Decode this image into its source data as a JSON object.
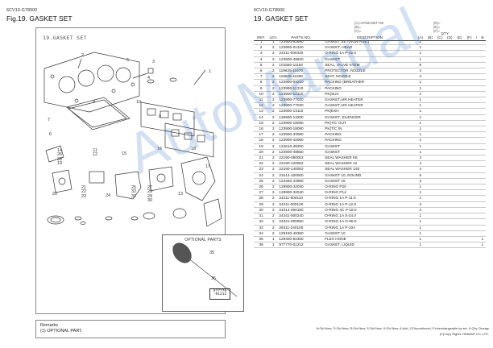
{
  "left_header": {
    "code": "6CV10-G78900",
    "title": "Fig.19.  GASKET SET"
  },
  "right_header": {
    "code": "6CV10-G78900",
    "title": "19.  GASKET SET"
  },
  "diagram": {
    "panel_title": "19.GASKET SET",
    "callouts": [
      {
        "id": "c2",
        "text": "2"
      },
      {
        "id": "c1",
        "text": "1"
      },
      {
        "id": "c5",
        "text": "5"
      },
      {
        "id": "c3",
        "text": "3"
      },
      {
        "id": "c4",
        "text": "4"
      },
      {
        "id": "c9",
        "text": "9"
      },
      {
        "id": "c7",
        "text": "7"
      },
      {
        "id": "c6",
        "text": "6"
      },
      {
        "id": "c10",
        "text": "10"
      },
      {
        "id": "c8",
        "text": "8"
      },
      {
        "id": "c14",
        "text": "14\n26\n33\n19"
      },
      {
        "id": "c11",
        "text": "11\n12"
      },
      {
        "id": "c15",
        "text": "15"
      },
      {
        "id": "c16",
        "text": "16"
      },
      {
        "id": "c18",
        "text": "18"
      },
      {
        "id": "c17",
        "text": "17"
      },
      {
        "id": "c20",
        "text": "20"
      },
      {
        "id": "c21",
        "text": "21\n22\n23"
      },
      {
        "id": "c24",
        "text": "24"
      },
      {
        "id": "c25",
        "text": "25\n32\n31"
      },
      {
        "id": "c27",
        "text": "27\n28\n29\n30"
      },
      {
        "id": "c13",
        "text": "13"
      },
      {
        "id": "c35",
        "text": "35"
      },
      {
        "id": "c36",
        "text": "36"
      }
    ],
    "optional_box_title": "OPTIONAL PARTS",
    "label_text_1": "977770",
    "label_text_2": "-01212"
  },
  "remarks": {
    "title": "Remarks",
    "line1": "(1) OPTIONAL PART."
  },
  "code_legend": {
    "a": "(A)=4TNE106T-GE",
    "b": "(B)=",
    "c": "(C)=",
    "d": "(D)=",
    "e": "(E)=",
    "f": "(F)="
  },
  "table": {
    "headers": {
      "ref": "REF.",
      "lev": "LEV.",
      "pn": "PARTS NO.",
      "desc": "DESCRIPTION",
      "qty": "QTY",
      "i": "I",
      "b": "B"
    },
    "qty_cols": [
      "(A)",
      "(B)",
      "(C)",
      "(D)",
      "(E)",
      "(F)"
    ],
    "rows": [
      {
        "ref": "1",
        "lev": "1",
        "pn": "723900-92690",
        "desc": "GASKET SET(NON-ASB.)",
        "a": "1",
        "b": ""
      },
      {
        "ref": "2",
        "lev": "2",
        "pn": "123900-01340",
        "desc": "GASKET, HEAD",
        "a": "1",
        "b": ""
      },
      {
        "ref": "3",
        "lev": "2",
        "pn": "24311-000320",
        "desc": "O-RING 1A P-32.0",
        "a": "1",
        "b": ""
      },
      {
        "ref": "4",
        "lev": "2",
        "pn": "123900-49820",
        "desc": "GASKET",
        "a": "1",
        "b": ""
      },
      {
        "ref": "5",
        "lev": "2",
        "pn": "101650-11150",
        "desc": "SEAL, VALVE STEM",
        "a": "8",
        "b": ""
      },
      {
        "ref": "6",
        "lev": "2",
        "pn": "119625-11670",
        "desc": "PROTECTOR, NOZZLE",
        "a": "4",
        "b": ""
      },
      {
        "ref": "7",
        "lev": "2",
        "pn": "119625-11690",
        "desc": "SEAT, NOZZLE",
        "a": "4",
        "b": ""
      },
      {
        "ref": "8",
        "lev": "2",
        "pn": "123900-03210",
        "desc": "PACKING (BREATHER",
        "a": "1",
        "b": ""
      },
      {
        "ref": "9",
        "lev": "2",
        "pn": "123900-11310",
        "desc": "PACKING",
        "a": "1",
        "b": ""
      },
      {
        "ref": "10",
        "lev": "2",
        "pn": "123900-12110",
        "desc": "PK(SUC",
        "a": "1",
        "b": ""
      },
      {
        "ref": "11",
        "lev": "2",
        "pn": "123900-77020",
        "desc": "GASKET,AIR HEATER",
        "a": "1",
        "b": ""
      },
      {
        "ref": "12",
        "lev": "2",
        "pn": "123900-77030",
        "desc": "GASKET,AIR HEATER",
        "a": "1",
        "b": ""
      },
      {
        "ref": "13",
        "lev": "2",
        "pn": "123900-13110",
        "desc": "PK(EXH",
        "a": "1",
        "b": ""
      },
      {
        "ref": "14",
        "lev": "2",
        "pn": "129900-13200",
        "desc": "GASKET, SILENCER",
        "a": "1",
        "b": ""
      },
      {
        "ref": "15",
        "lev": "2",
        "pn": "123900-18080",
        "desc": "PK(T/C OUT",
        "a": "1",
        "b": ""
      },
      {
        "ref": "16",
        "lev": "2",
        "pn": "123900-18090",
        "desc": "PK(T/C IN",
        "a": "1",
        "b": ""
      },
      {
        "ref": "17",
        "lev": "2",
        "pn": "123900-33080",
        "desc": "PACKING",
        "a": "1",
        "b": ""
      },
      {
        "ref": "18",
        "lev": "2",
        "pn": "123900-42050",
        "desc": "PACKING",
        "a": "1",
        "b": ""
      },
      {
        "ref": "19",
        "lev": "2",
        "pn": "124610-49250",
        "desc": "GASKET",
        "a": "1",
        "b": ""
      },
      {
        "ref": "20",
        "lev": "2",
        "pn": "123900-49550",
        "desc": "GASKET",
        "a": "1",
        "b": ""
      },
      {
        "ref": "21",
        "lev": "2",
        "pn": "22190-080002",
        "desc": "SEAL WASHER 8S",
        "a": "3",
        "b": ""
      },
      {
        "ref": "22",
        "lev": "2",
        "pn": "22190-120002",
        "desc": "SEAL WASHER 12",
        "a": "4",
        "b": ""
      },
      {
        "ref": "23",
        "lev": "2",
        "pn": "22190-140002",
        "desc": "SEAL WASHER 14S",
        "a": "4",
        "b": ""
      },
      {
        "ref": "24",
        "lev": "2",
        "pn": "23414-100000",
        "desc": "GASKET 10, ROUND",
        "a": "6",
        "b": ""
      },
      {
        "ref": "25",
        "lev": "2",
        "pn": "124460-44950",
        "desc": "GASKET 16",
        "a": "2",
        "b": ""
      },
      {
        "ref": "26",
        "lev": "2",
        "pn": "129900-32030",
        "desc": "O-RING P20",
        "a": "1",
        "b": ""
      },
      {
        "ref": "27",
        "lev": "2",
        "pn": "129900-32040",
        "desc": "O-RING P14",
        "a": "1",
        "b": ""
      },
      {
        "ref": "28",
        "lev": "2",
        "pn": "24311-000110",
        "desc": "O-RING 1A P-11.0",
        "a": "1",
        "b": ""
      },
      {
        "ref": "29",
        "lev": "2",
        "pn": "24311-000120",
        "desc": "O-RING 1A P-12.0",
        "a": "4",
        "b": ""
      },
      {
        "ref": "30",
        "lev": "2",
        "pn": "24314-000180",
        "desc": "O-RING 4C P-18.0",
        "a": "2",
        "b": ""
      },
      {
        "ref": "31",
        "lev": "2",
        "pn": "24341-000240",
        "desc": "O-RING 1A S-24.0",
        "a": "1",
        "b": ""
      },
      {
        "ref": "32",
        "lev": "2",
        "pn": "24321-000850",
        "desc": "O-RING 1A G-85.0",
        "a": "1",
        "b": ""
      },
      {
        "ref": "33",
        "lev": "2",
        "pn": "26311-240100",
        "desc": "O-RING 1A P-10A",
        "a": "1",
        "b": ""
      },
      {
        "ref": "34",
        "lev": "2",
        "pn": "129150-49360",
        "desc": "GASKET 10",
        "a": "1",
        "b": ""
      },
      {
        "ref": "35",
        "lev": "1",
        "pn": "129400-92450",
        "desc": "FLEX HONE",
        "a": "1",
        "b": "1"
      },
      {
        "ref": "36",
        "lev": "1",
        "pn": "977770-01212",
        "desc": "GASKET, LIQUID",
        "a": "1",
        "b": "1"
      }
    ]
  },
  "footer": {
    "line1": "N:Old   New,  O:Old   New,  R:Old   New,  S:Old   New,  X:Old   New, A:Add, Z:Discontinued, F:Interchangeable by set, K:Q'ty Change",
    "line2": "(C)Copy Rights YANMAR CO.,LTD."
  },
  "watermark": "AutoManual"
}
